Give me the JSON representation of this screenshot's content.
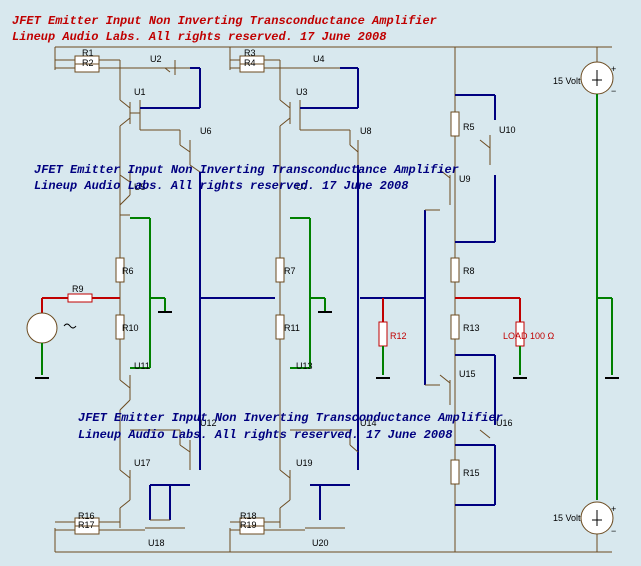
{
  "titles": {
    "top_line1": "JFET Emitter Input Non Inverting Transconductance Amplifier",
    "top_line2": "Lineup Audio Labs. All rights reserved. 17 June 2008",
    "mid_line1": "JFET Emitter Input Non Inverting Transconductance Amplifier",
    "mid_line2": "Lineup Audio Labs. All rights reserved. 17 June 2008",
    "bot_line1": "JFET Emitter Input Non Inverting Transconductance Amplifier",
    "bot_line2": "Lineup Audio Labs. All rights reserved. 17 June 2008"
  },
  "resistors": {
    "r1": "R1",
    "r2": "R2",
    "r3": "R3",
    "r4": "R4",
    "r5": "R5",
    "r6": "R6",
    "r7": "R7",
    "r8": "R8",
    "r9": "R9",
    "r10": "R10",
    "r11": "R11",
    "r12": "R12",
    "r13": "R13",
    "r15": "R15",
    "r16": "R16",
    "r17": "R17",
    "r18": "R18",
    "r19": "R19",
    "load": "LOAD 100 Ω"
  },
  "transistors": {
    "u1": "U1",
    "u2": "U2",
    "u3": "U3",
    "u4": "U4",
    "u5": "U5",
    "u6": "U6",
    "u7": "U7",
    "u8": "U8",
    "u9": "U9",
    "u10": "U10",
    "u11": "U11",
    "u12": "U12",
    "u13": "U13",
    "u14": "U14",
    "u15": "U15",
    "u16": "U16",
    "u17": "U17",
    "u18": "U18",
    "u19": "U19",
    "u20": "U20"
  },
  "sources": {
    "top_supply": "15 Volt",
    "bottom_supply": "15 Volt"
  }
}
